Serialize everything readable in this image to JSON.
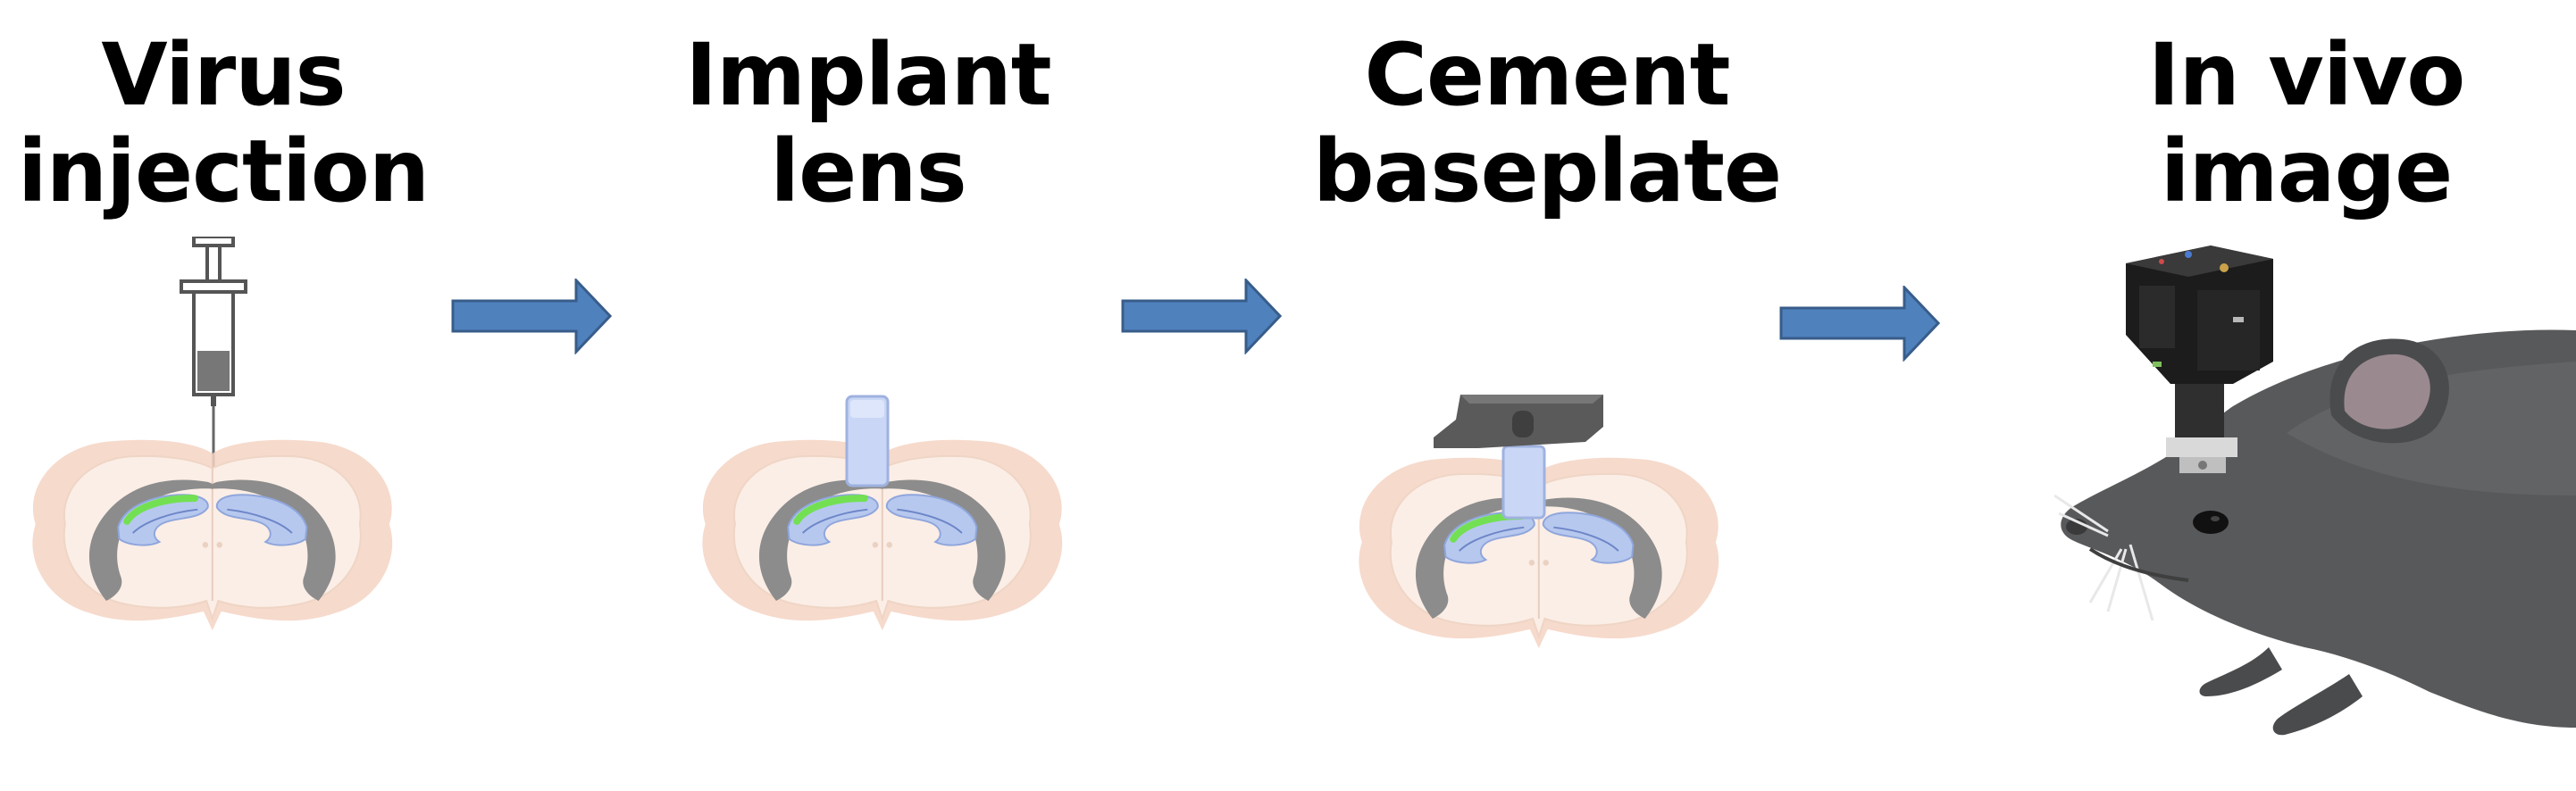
{
  "steps": [
    {
      "line1": "Virus",
      "line2": "injection"
    },
    {
      "line1": "Implant",
      "line2": "lens"
    },
    {
      "line1": "Cement",
      "line2": "baseplate"
    },
    {
      "line1": "In vivo",
      "line2": "image"
    }
  ],
  "colors": {
    "arrow_fill": "#4f81bd",
    "arrow_stroke": "#385d8a",
    "brain_outer": "#f7d9cb",
    "brain_inner": "#fbeee6",
    "ventricle_outline": "#7f7f7f",
    "hippocampus": "#b4c7f0",
    "virus_label": "#6fe24a",
    "lens": "#c9d6f5",
    "baseplate": "#5a5a5a",
    "mouse": "#555658"
  }
}
